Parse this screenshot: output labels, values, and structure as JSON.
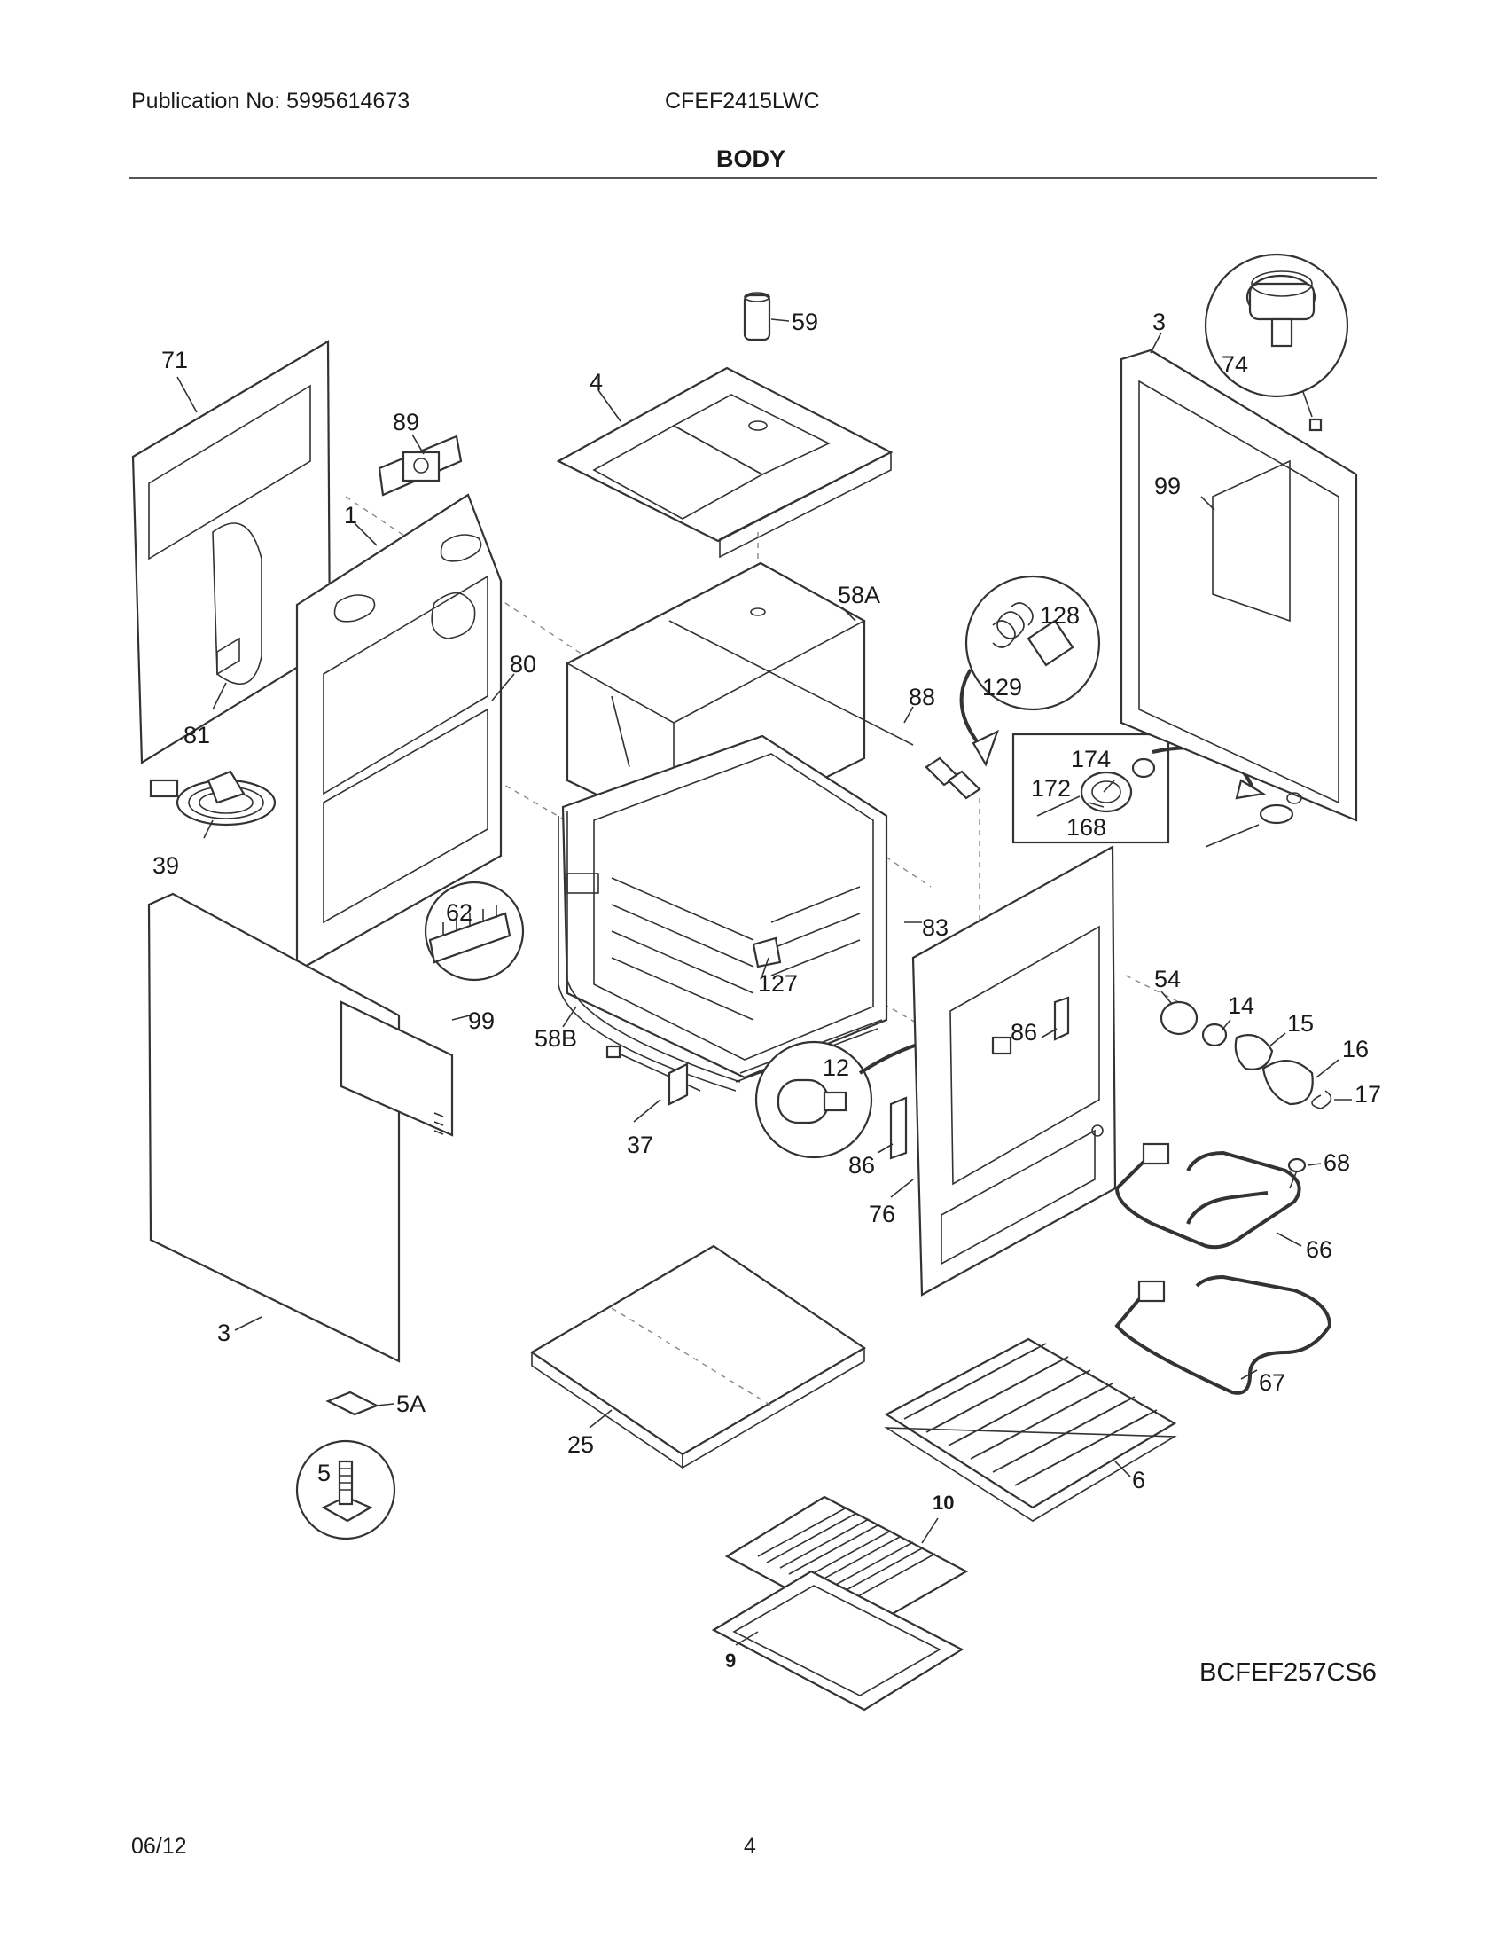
{
  "header": {
    "publication": "Publication No: 5995614673",
    "model": "CFEF2415LWC",
    "section": "BODY"
  },
  "footer": {
    "drawing_code": "BCFEF257CS6",
    "date": "06/12",
    "page": "4"
  },
  "callouts": {
    "c71": "71",
    "c89": "89",
    "c1": "1",
    "c59": "59",
    "c4": "4",
    "c3_top": "3",
    "c74": "74",
    "c99_top": "99",
    "c58A": "58A",
    "c128": "128",
    "c129": "129",
    "c88": "88",
    "c80": "80",
    "c81": "81",
    "c39": "39",
    "c174": "174",
    "c172": "172",
    "c168": "168",
    "c62": "62",
    "c83": "83",
    "c99_left": "99",
    "c127": "127",
    "c58B": "58B",
    "c54": "54",
    "c14": "14",
    "c15": "15",
    "c16": "16",
    "c17": "17",
    "c86_top": "86",
    "c12": "12",
    "c37": "37",
    "c86_bottom": "86",
    "c76": "76",
    "c68": "68",
    "c66": "66",
    "c3_left": "3",
    "c5A": "5A",
    "c5": "5",
    "c25": "25",
    "c67": "67",
    "c6": "6",
    "c10": "10",
    "c9": "9"
  }
}
